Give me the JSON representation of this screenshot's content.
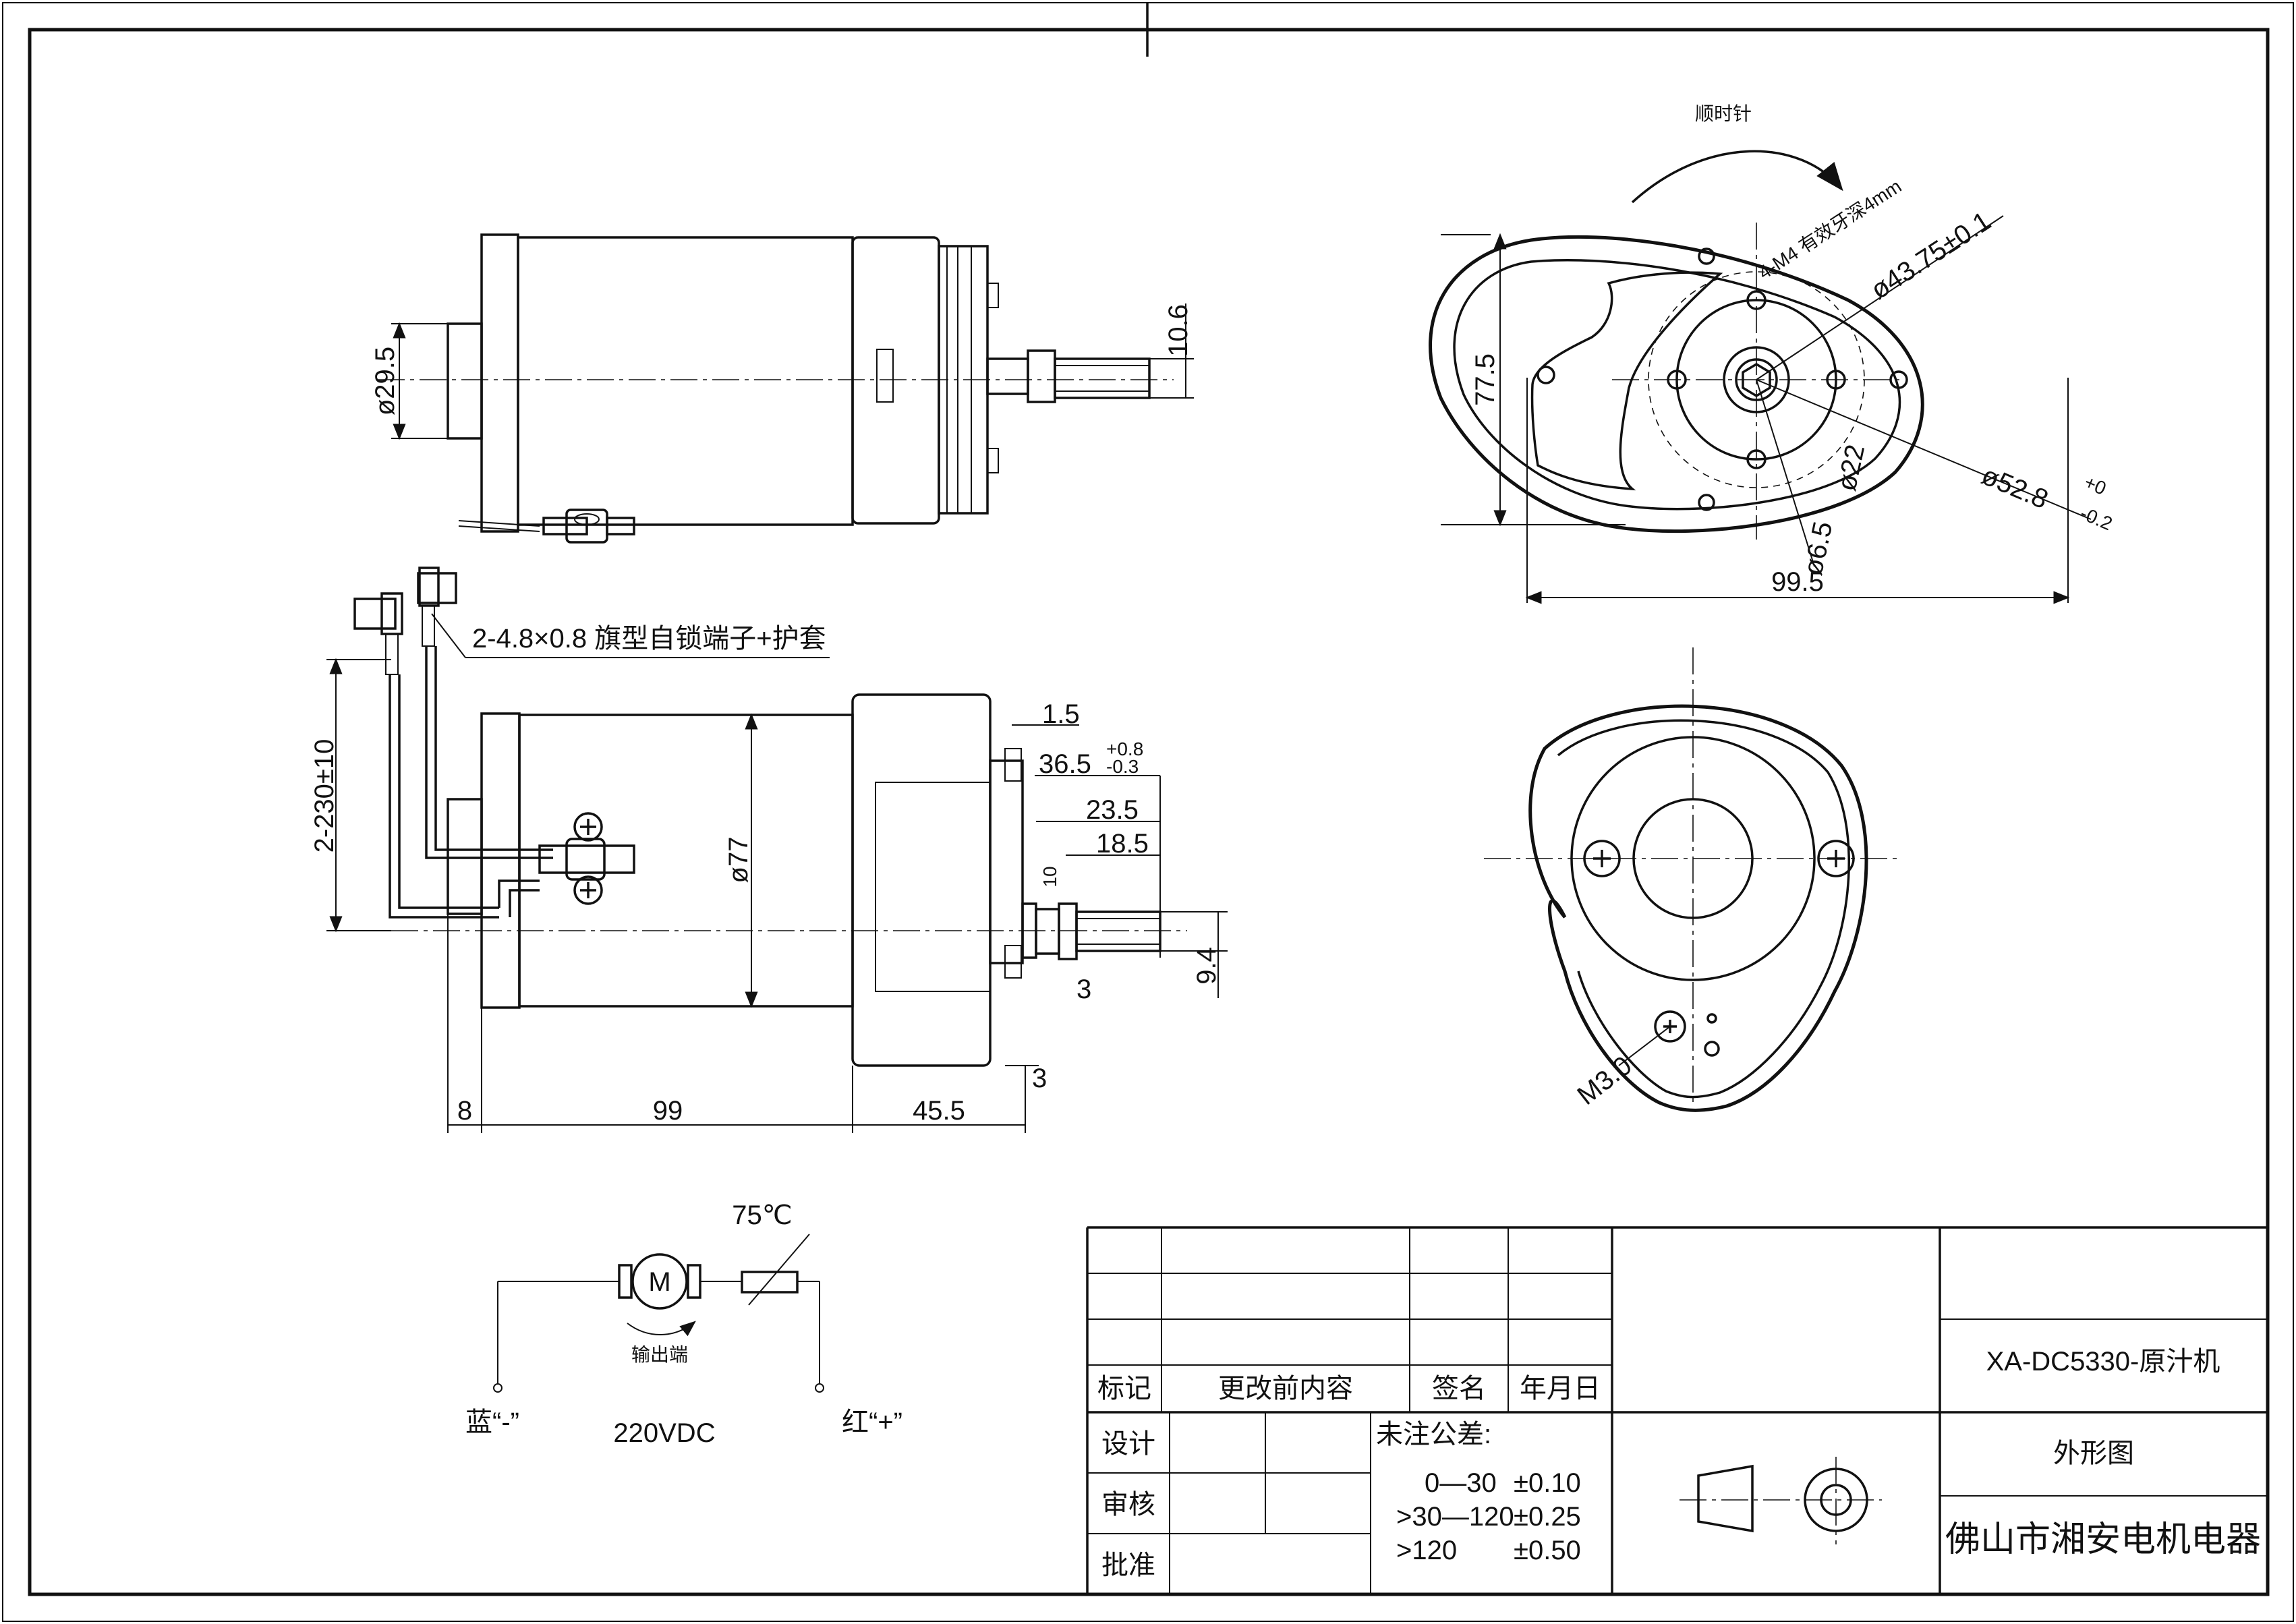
{
  "drawing": {
    "side_view": {
      "dia_boss": "ø29.5",
      "shaft_flat": "10.6"
    },
    "end_view": {
      "rotation": "顺时针",
      "thread": "4-M4 有效牙深4mm",
      "pcd": "ø43.75±0.1",
      "flange_dia": "ø52.8",
      "flange_tol_upper": "+0",
      "flange_tol_lower": "-0.2",
      "hub_dia": "ø22",
      "shaft_dia": "ø6.5",
      "height": "77.5",
      "width": "99.5"
    },
    "front_view": {
      "terminal_note": "2-4.8×0.8 旗型自锁端子+护套",
      "lead_length": "2-230±10",
      "body_dia": "ø77",
      "dim_1_5": "1.5",
      "dim_36_5": "36.5",
      "dim_36_5_upper": "+0.8",
      "dim_36_5_lower": "-0.3",
      "dim_23_5": "23.5",
      "dim_18_5": "18.5",
      "dim_10": "10",
      "dim_9_4": "9.4",
      "dim_3a": "3",
      "dim_3b": "3",
      "dim_8": "8",
      "dim_99": "99",
      "dim_45_5": "45.5"
    },
    "rear_view": {
      "thread": "M3.0"
    },
    "schematic": {
      "thermal": "75℃",
      "motor": "M",
      "output": "输出端",
      "neg": "蓝“-”",
      "voltage": "220VDC",
      "pos": "红“+”"
    }
  },
  "title_block": {
    "rev_headers": {
      "mark": "标记",
      "change": "更改前内容",
      "sign": "签名",
      "date": "年月日"
    },
    "roles": {
      "design": "设计",
      "review": "审核",
      "approve": "批准"
    },
    "tolerance": {
      "title": "未注公差:",
      "rows": [
        {
          "range": "0—30",
          "tol": "±0.10"
        },
        {
          "range": ">30—120",
          "tol": "±0.25"
        },
        {
          "range": ">120",
          "tol": "±0.50"
        }
      ]
    },
    "model": "XA-DC5330-原汁机",
    "drawing_name": "外形图",
    "company": "佛山市湘安电机电器"
  }
}
